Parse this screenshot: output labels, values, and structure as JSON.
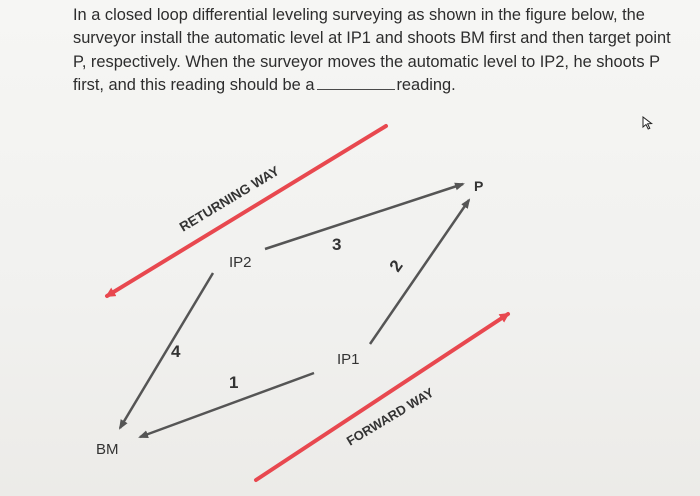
{
  "question": {
    "line1": "In a closed loop differential leveling surveying as shown in the figure below, the",
    "line2": "surveyor install the automatic level at IP1 and shoots BM first and then target point",
    "line3": "P, respectively. When the surveyor moves the automatic level to IP2, he shoots P",
    "line4_before_blank": "first, and this reading should be a",
    "line4_after_blank": "reading."
  },
  "diagram": {
    "returning_way_label": "RETURNING WAY",
    "forward_way_label": "FORWARD WAY",
    "points": {
      "bm": "BM",
      "ip1": "IP1",
      "ip2": "IP2",
      "p": "P"
    },
    "shots": {
      "shot1": "1",
      "shot2": "2",
      "shot3": "3",
      "shot4": "4"
    },
    "colors": {
      "red_arrow": "#e8484f",
      "gray_arrow": "#555555"
    }
  },
  "cursor": {
    "icon": "mouse-pointer-icon"
  }
}
